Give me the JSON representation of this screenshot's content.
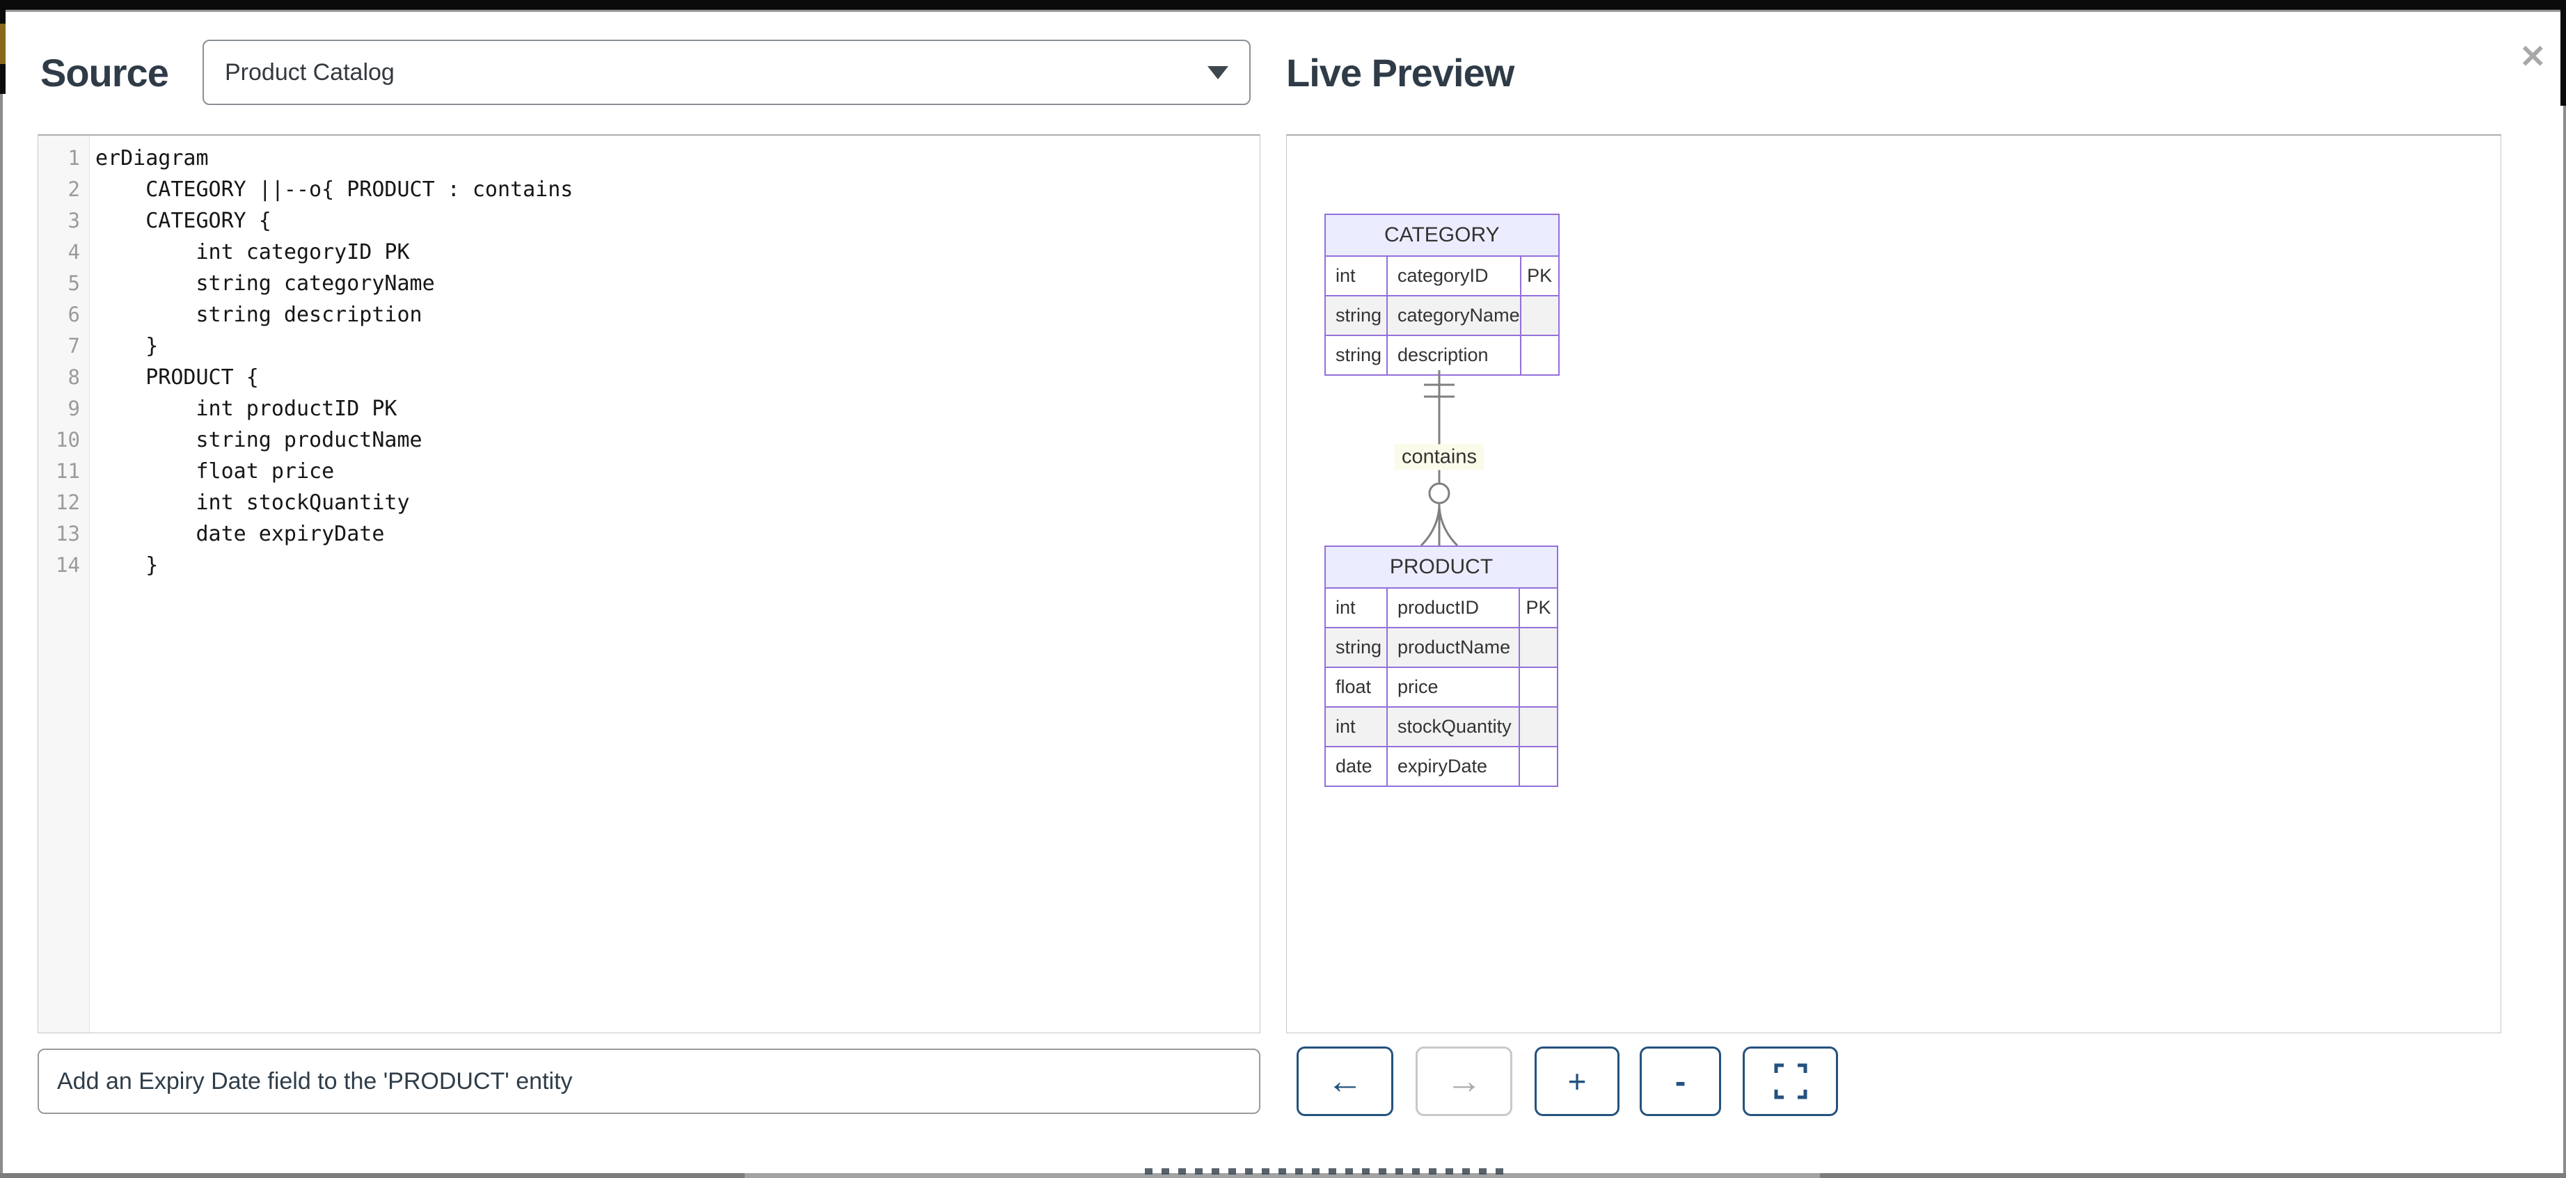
{
  "modal": {
    "close_icon": "✕"
  },
  "source": {
    "title": "Source",
    "dropdown_value": "Product Catalog",
    "editor": {
      "lines": [
        {
          "num": 1,
          "text": "erDiagram"
        },
        {
          "num": 2,
          "text": "    CATEGORY ||--o{ PRODUCT : contains"
        },
        {
          "num": 3,
          "text": "    CATEGORY {"
        },
        {
          "num": 4,
          "text": "        int categoryID PK"
        },
        {
          "num": 5,
          "text": "        string categoryName"
        },
        {
          "num": 6,
          "text": "        string description"
        },
        {
          "num": 7,
          "text": "    }"
        },
        {
          "num": 8,
          "text": "    PRODUCT {"
        },
        {
          "num": 9,
          "text": "        int productID PK"
        },
        {
          "num": 10,
          "text": "        string productName"
        },
        {
          "num": 11,
          "text": "        float price"
        },
        {
          "num": 12,
          "text": "        int stockQuantity"
        },
        {
          "num": 13,
          "text": "        date expiryDate"
        },
        {
          "num": 14,
          "text": "    }"
        }
      ]
    },
    "prompt_value": "Add an Expiry Date field to the 'PRODUCT' entity"
  },
  "preview": {
    "title": "Live Preview",
    "diagram": {
      "entities": [
        {
          "name": "CATEGORY",
          "rows": [
            {
              "type": "int",
              "attr": "categoryID",
              "key": "PK"
            },
            {
              "type": "string",
              "attr": "categoryName",
              "key": ""
            },
            {
              "type": "string",
              "attr": "description",
              "key": ""
            }
          ]
        },
        {
          "name": "PRODUCT",
          "rows": [
            {
              "type": "int",
              "attr": "productID",
              "key": "PK"
            },
            {
              "type": "string",
              "attr": "productName",
              "key": ""
            },
            {
              "type": "float",
              "attr": "price",
              "key": ""
            },
            {
              "type": "int",
              "attr": "stockQuantity",
              "key": ""
            },
            {
              "type": "date",
              "attr": "expiryDate",
              "key": ""
            }
          ]
        }
      ],
      "relationship": {
        "from": "CATEGORY",
        "to": "PRODUCT",
        "label": "contains",
        "cardinality": "||--o{"
      }
    },
    "toolbar": {
      "back": "←",
      "forward": "→",
      "zoom_in": "+",
      "zoom_out": "-"
    }
  },
  "colors": {
    "accent_navy": "#24527e",
    "entity_border": "#9370DB",
    "entity_header_fill": "#ECECFF",
    "entity_alt_row_fill": "#f2f2f2",
    "relationship_line": "#808080",
    "relationship_label_bg": "#fbfbe9",
    "title_text": "#2f3b47"
  }
}
